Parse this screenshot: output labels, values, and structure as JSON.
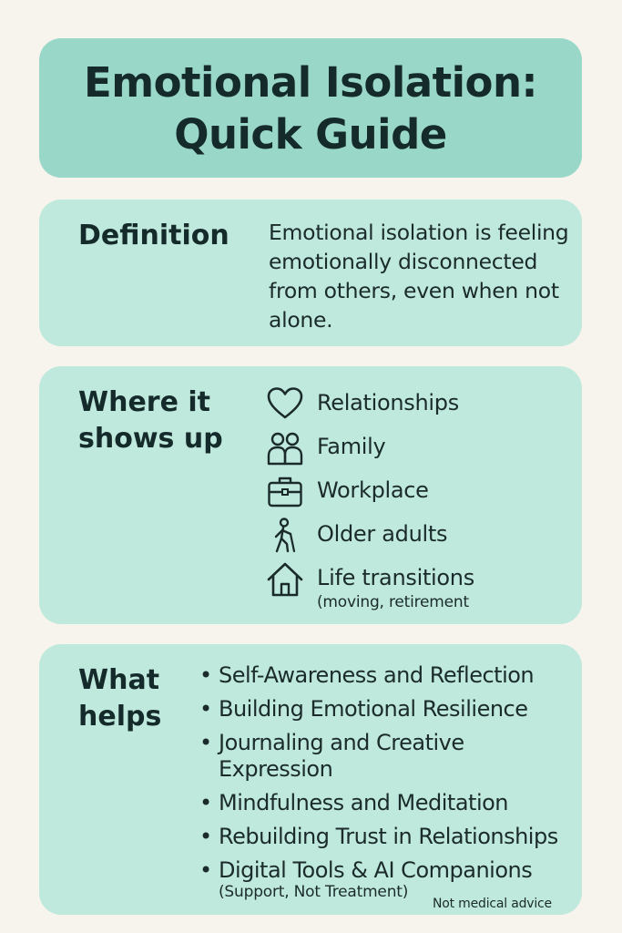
{
  "title": {
    "line1": "Emotional Isolation:",
    "line2": "Quick Guide"
  },
  "definition": {
    "heading": "Definition",
    "text": "Emotional isolation is feeling emotionally disconnected from others, even when not alone."
  },
  "where": {
    "heading": "Where it\nshows up",
    "items": [
      {
        "label": "Relationships",
        "icon": "heart-icon"
      },
      {
        "label": "Family",
        "icon": "people-icon"
      },
      {
        "label": "Workplace",
        "icon": "briefcase-icon"
      },
      {
        "label": "Older adults",
        "icon": "walking-cane-icon"
      },
      {
        "label": "Life transitions",
        "sublabel": "(moving, retirement",
        "icon": "house-icon"
      }
    ]
  },
  "helps": {
    "heading": "What\nhelps",
    "bullet": "•",
    "items": [
      "Self-Awareness and Reflection",
      "Building Emotional Resilience",
      "Journaling and Creative\nExpression",
      "Mindfulness and Meditation",
      "Rebuilding Trust in Relationships",
      "Digital Tools & AI Companions"
    ],
    "note": "(Support, Not Treatment)",
    "disclaimer": "Not medical advice"
  },
  "colors": {
    "background": "#f7f4ee",
    "title_card": "#99d8c8",
    "section_card": "#bfe9dc",
    "text": "#152a2a"
  }
}
